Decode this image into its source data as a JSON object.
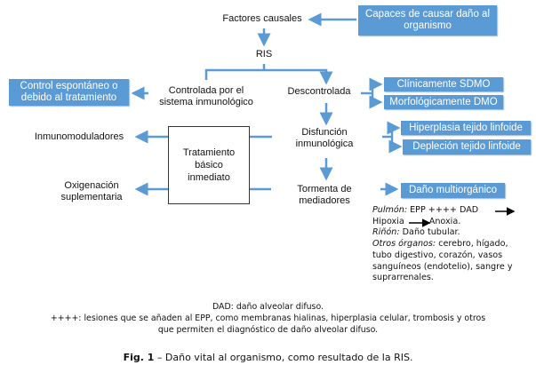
{
  "colors": {
    "accent": "#5b9bd5",
    "arrow": "#5b9bd5"
  },
  "nodes": {
    "capaces": "Capaces de causar daño al organismo",
    "factores": "Factores causales",
    "ris": "RIS",
    "controlada": [
      "Controlada por el",
      "sistema inmunológico"
    ],
    "control_espontaneo": [
      "Control espontáneo o",
      "debido al tratamiento"
    ],
    "descontrolada": "Descontrolada",
    "clinicamente": "Clínicamente SDMO",
    "morfologicamente": "Morfológicamente DMO",
    "disfuncion": [
      "Disfunción",
      "inmunológica"
    ],
    "hiperplasia": "Hiperplasia tejido linfoide",
    "deplecion": "Depleción tejido linfoide",
    "tratamiento": [
      "Tratamiento",
      "básico",
      "inmediato"
    ],
    "inmunomoduladores": "Inmunomoduladores",
    "oxigenacion": [
      "Oxigenación",
      "suplementaria"
    ],
    "tormenta": [
      "Tormenta de",
      "mediadores"
    ],
    "dano_multi": "Daño multiorgánico"
  },
  "organ_notes": {
    "pulmon_label": "Pulmón:",
    "pulmon_text": "EPP ++++ DAD",
    "hipoxia": "Hipoxia",
    "anoxia": "Anoxia.",
    "rinon_label": "Riñón:",
    "rinon_text": "Daño tubular.",
    "otros_label": "Otros órganos:",
    "otros_lines": [
      "cerebro, hígado,",
      "tubo digestivo, corazón, vasos",
      "sanguíneos (endotelio), sangre y",
      "suprarrenales."
    ]
  },
  "footnotes": [
    "DAD: daño alveolar difuso.",
    "++++: lesiones que se añaden al EPP, como membranas hialinas, hiperplasia celular, trombosis y otros",
    "que permiten el diagnóstico de daño alveolar difuso."
  ],
  "caption": {
    "label": "Fig. 1",
    "text": " – Daño vital al organismo, como resultado de la RIS."
  }
}
